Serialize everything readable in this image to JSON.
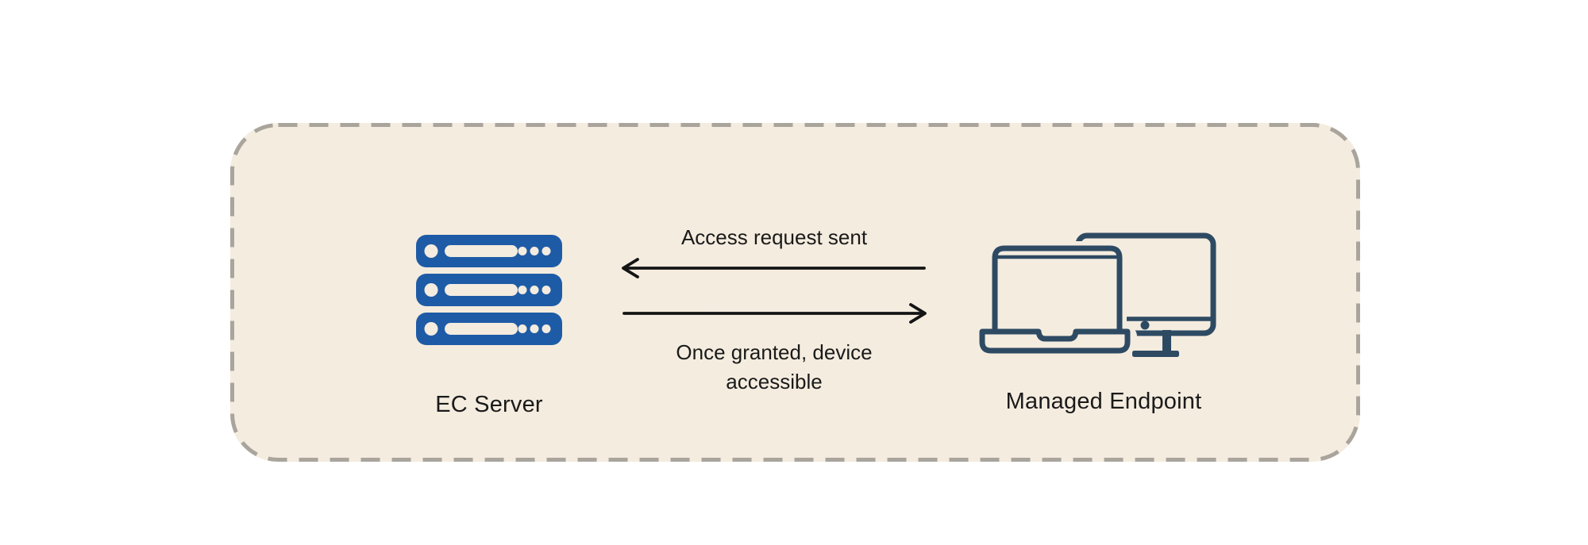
{
  "panel": {
    "background": "#f4ecdf",
    "border_color": "#a9a49c",
    "border_style": "dashed"
  },
  "nodes": {
    "ec_server": {
      "label": "EC Server",
      "icon": "server-stack-icon",
      "icon_color": "#1e5ba6"
    },
    "managed_endpoint": {
      "label": "Managed Endpoint",
      "icon": "laptop-and-monitor-icon",
      "icon_color": "#2e4a63"
    }
  },
  "flows": {
    "request": {
      "label": "Access request sent",
      "direction": "right-to-left"
    },
    "grant": {
      "label": "Once granted, device accessible",
      "direction": "left-to-right"
    }
  },
  "colors": {
    "arrow": "#141414",
    "text": "#1a1a1a",
    "page_background": "#ffffff"
  }
}
